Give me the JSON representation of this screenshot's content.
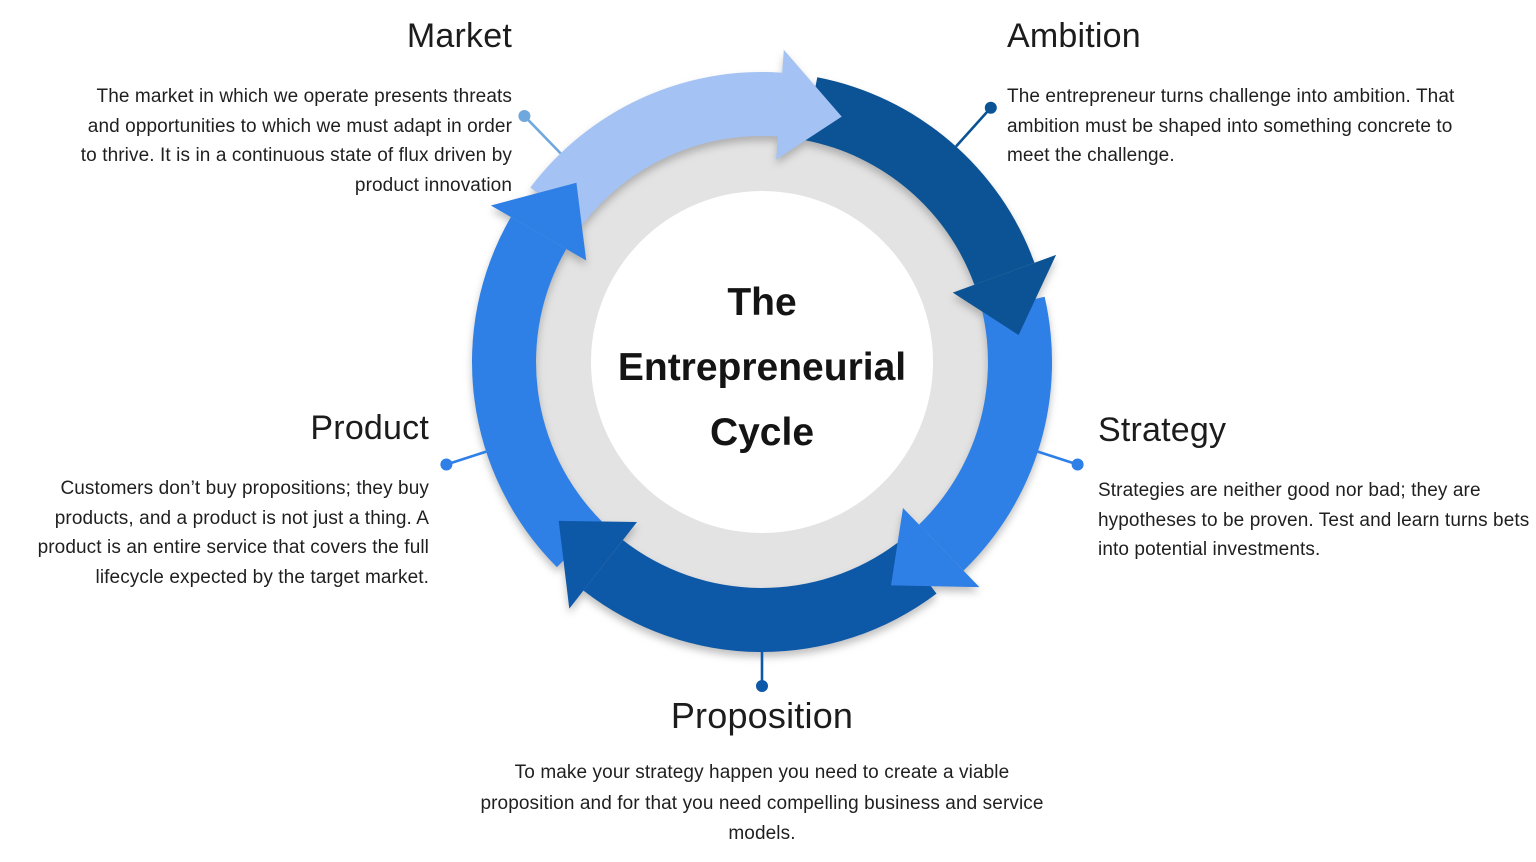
{
  "center": {
    "title_line1": "The",
    "title_line2": "Entrepreneurial",
    "title_line3": "Cycle"
  },
  "stages": [
    {
      "id": "market",
      "label": "Market",
      "description": "The market in which we operate presents threats and opportunities to which we must adapt in order to thrive. It is in a continuous state of flux driven by product innovation",
      "arc_color": "#a4c2f4",
      "connector_color": "#6fa8dc"
    },
    {
      "id": "ambition",
      "label": "Ambition",
      "description": "The entrepreneur turns challenge into ambition. That ambition must be shaped into something concrete to meet the challenge.",
      "arc_color": "#0b5394",
      "connector_color": "#0b5394"
    },
    {
      "id": "strategy",
      "label": "Strategy",
      "description": "Strategies are neither good nor bad; they are hypotheses to be proven. Test and learn turns bets into potential investments.",
      "arc_color": "#2e7fe6",
      "connector_color": "#2e7fe6"
    },
    {
      "id": "proposition",
      "label": "Proposition",
      "description": "To make your strategy happen you need to create a viable proposition and for that you need compelling business and service models.",
      "arc_color": "#0e58a8",
      "connector_color": "#0e58a8"
    },
    {
      "id": "product",
      "label": "Product",
      "description": "Customers don’t buy propositions; they buy products, and a product is not just a thing. A product is an entire service that covers the full lifecycle expected by the target market.",
      "arc_color": "#2e7fe6",
      "connector_color": "#2e7fe6"
    }
  ],
  "ring": {
    "gray_color": "#e3e3e3",
    "inner_color": "#ffffff"
  }
}
